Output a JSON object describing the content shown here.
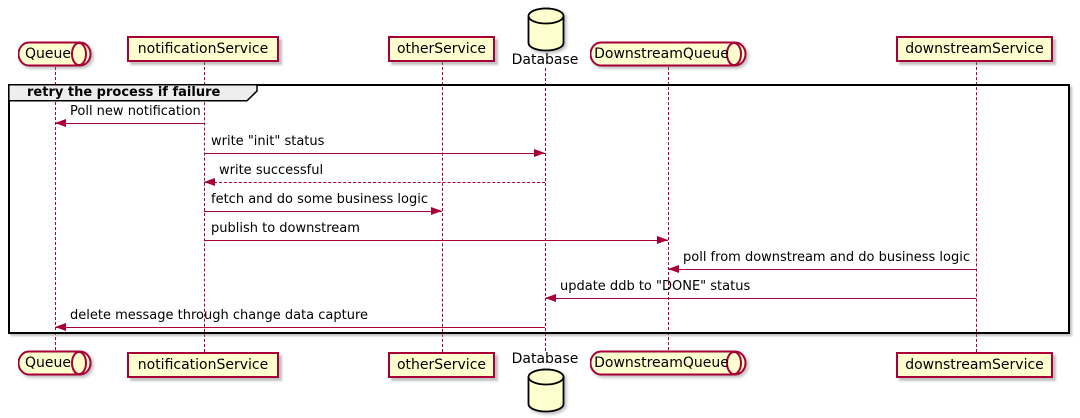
{
  "frame": {
    "title": "retry the process if failure"
  },
  "participants": [
    {
      "name": "Queue",
      "type": "queue"
    },
    {
      "name": "notificationService",
      "type": "participant"
    },
    {
      "name": "otherService",
      "type": "participant"
    },
    {
      "name": "Database",
      "type": "database"
    },
    {
      "name": "DownstreamQueue",
      "type": "queue"
    },
    {
      "name": "downstreamService",
      "type": "participant"
    }
  ],
  "messages": [
    {
      "label": "Poll new notification",
      "from": "notificationService",
      "to": "Queue",
      "line": "solid"
    },
    {
      "label": "write \"init\" status",
      "from": "notificationService",
      "to": "Database",
      "line": "solid"
    },
    {
      "label": "write successful",
      "from": "Database",
      "to": "notificationService",
      "line": "dashed"
    },
    {
      "label": "fetch and do some business logic",
      "from": "notificationService",
      "to": "otherService",
      "line": "solid"
    },
    {
      "label": "publish to downstream",
      "from": "notificationService",
      "to": "DownstreamQueue",
      "line": "solid"
    },
    {
      "label": "poll from downstream and do business logic",
      "from": "downstreamService",
      "to": "DownstreamQueue",
      "line": "solid"
    },
    {
      "label": "update ddb to \"DONE\" status",
      "from": "downstreamService",
      "to": "Database",
      "line": "solid"
    },
    {
      "label": "delete message through change data capture",
      "from": "Database",
      "to": "Queue",
      "line": "solid"
    }
  ],
  "colors": {
    "participant_fill": "#FEFECE",
    "participant_border": "#A80036",
    "arrow": "#A80036",
    "frame_border": "#000000",
    "frame_title_bg": "#EEEEEE",
    "database_border": "#000000",
    "text": "#000000"
  }
}
